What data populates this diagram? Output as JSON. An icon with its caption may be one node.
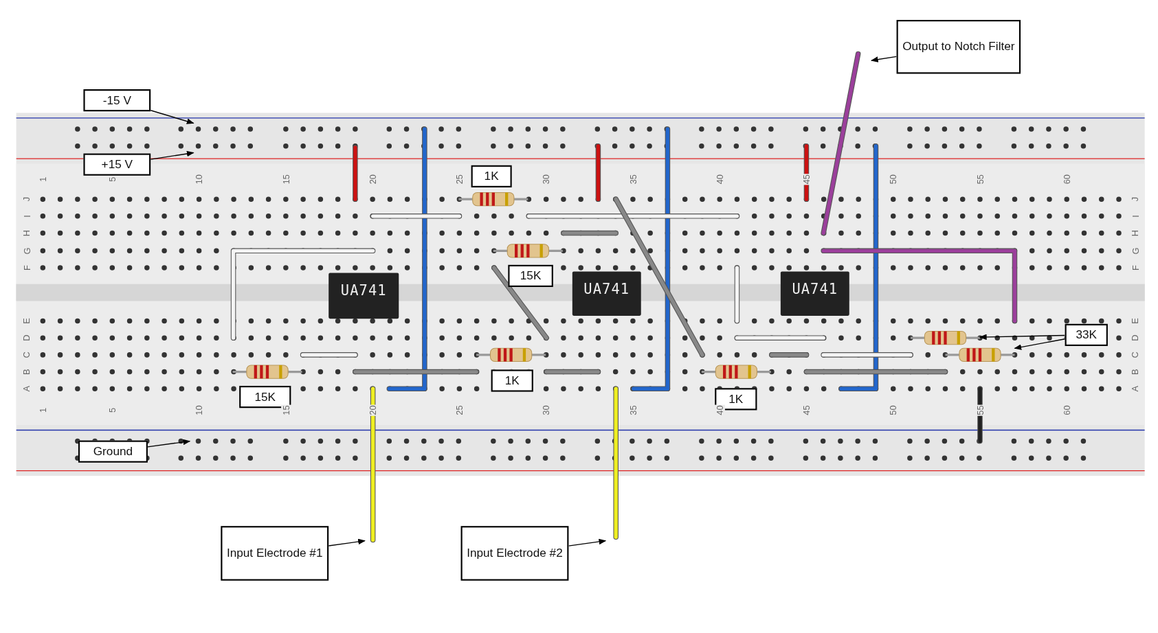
{
  "diagram": {
    "nodes": [
      {
        "text": [
          "Output to Notch Filter"
        ]
      },
      {
        "text": [
          "-15 V"
        ]
      },
      {
        "text": [
          "+15 V"
        ]
      },
      {
        "text": [
          "1K"
        ]
      },
      {
        "text": [
          "15K"
        ]
      },
      {
        "text": [
          "33K"
        ]
      },
      {
        "text": [
          "1K"
        ]
      },
      {
        "text": [
          "15K"
        ]
      },
      {
        "text": [
          "1K"
        ]
      },
      {
        "text": [
          "Ground"
        ]
      },
      {
        "text": [
          "Input Electrode #1"
        ]
      },
      {
        "text": [
          "Input Electrode #2"
        ]
      },
      {
        "text": [],
        "shape": "resistor"
      },
      {
        "text": [],
        "shape": "resistor"
      }
    ],
    "edges": [
      {
        "from": 0,
        "to": null,
        "arrow": "to"
      },
      {
        "from": 1,
        "to": null,
        "arrow": "to"
      },
      {
        "from": 2,
        "to": null,
        "arrow": "to"
      },
      {
        "from": 5,
        "to": 12,
        "arrow": "to"
      },
      {
        "from": 5,
        "to": 13,
        "arrow": "to"
      },
      {
        "from": 9,
        "to": null,
        "arrow": "to"
      },
      {
        "from": 10,
        "to": null,
        "arrow": "to"
      },
      {
        "from": 11,
        "to": null,
        "arrow": "to"
      }
    ],
    "labels": [
      "1",
      "5",
      "10",
      "15",
      "20",
      "25",
      "30",
      "35",
      "40",
      "45",
      "50",
      "55",
      "60",
      "J",
      "J",
      "I",
      "I",
      "H",
      "H",
      "G",
      "G",
      "F",
      "F",
      "UA741",
      "UA741",
      "UA741",
      "E",
      "E",
      "D",
      "D",
      "C",
      "C",
      "B",
      "B",
      "A",
      "A",
      "1",
      "5",
      "10",
      "15",
      "20",
      "25",
      "30",
      "35",
      "40",
      "45",
      "50",
      "55",
      "60"
    ]
  }
}
